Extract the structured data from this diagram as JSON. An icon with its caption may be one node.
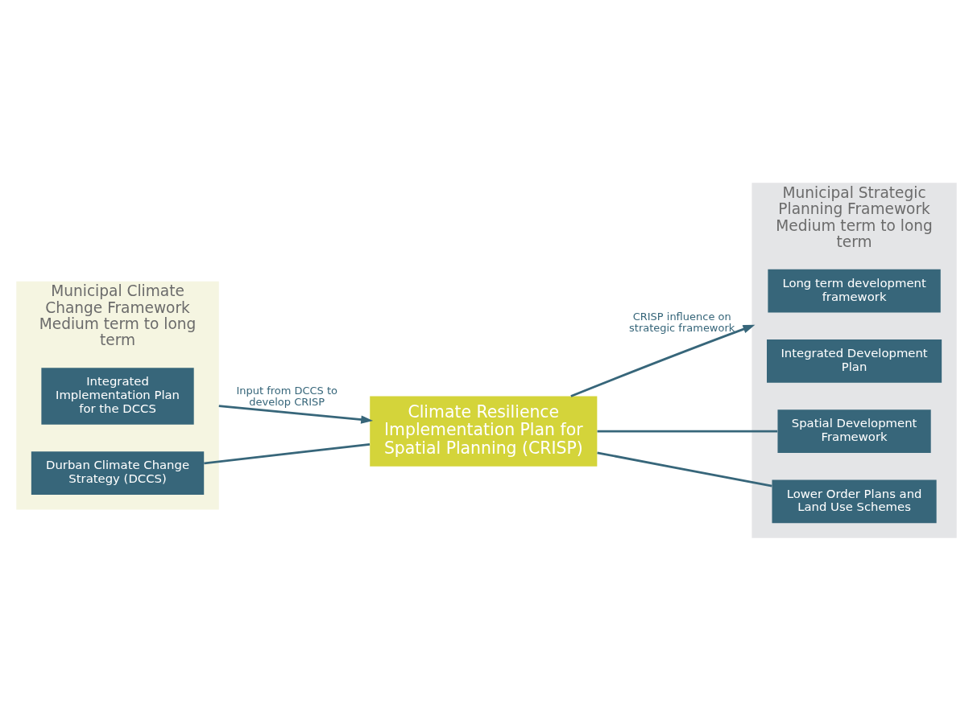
{
  "diagram": {
    "nodes": [
      {
        "text": [
          "Municipal Climate Change Framework",
          "Medium term to long term"
        ]
      },
      {
        "text": [
          "Integrated Implementation Plan for the DCCS"
        ],
        "in": 0
      },
      {
        "text": [
          "Durban Climate Change Strategy (DCCS)"
        ],
        "in": 0
      },
      {
        "text": [
          "Municipal Strategic Planning Framework",
          "Medium term to long term"
        ]
      },
      {
        "text": [
          "Long term development framework"
        ],
        "in": 3
      },
      {
        "text": [
          "Integrated Development Plan"
        ],
        "in": 3
      },
      {
        "text": [
          "Spatial Development Framework"
        ],
        "in": 3
      },
      {
        "text": [
          "Lower Order Plans and Land Use Schemes"
        ],
        "in": 3
      },
      {
        "text": [
          "Climate Resilience Implementation Plan for Spatial Planning (CRISP)"
        ]
      }
    ],
    "edges": [
      {
        "from": 0,
        "to": 8,
        "arrow": "to",
        "label": "Input from DCCS to develop CRISP"
      },
      {
        "from": 8,
        "to": 3,
        "arrow": "to",
        "label": "CRISP influence on strategic framework"
      },
      {
        "from": 2,
        "to": 8,
        "arrow": "none"
      },
      {
        "from": 8,
        "to": 6,
        "arrow": "none"
      },
      {
        "from": 8,
        "to": 7,
        "arrow": "none"
      }
    ]
  }
}
